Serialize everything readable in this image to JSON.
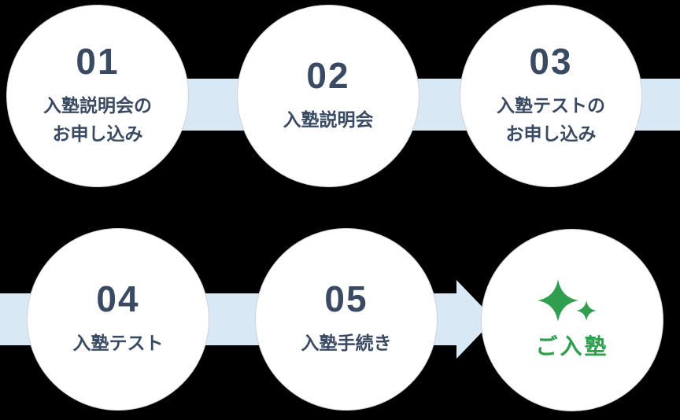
{
  "diagram_title": "enrollment-flow",
  "colors": {
    "background": "#000000",
    "circle_fill": "#ffffff",
    "circle_border": "#cfd3d8",
    "step_text": "#3b4a63",
    "connector_band": "#d9e8f5",
    "goal_green": "#2f9e4e"
  },
  "steps": [
    {
      "number": "01",
      "lines": [
        "入塾説明会の",
        "お申し込み"
      ]
    },
    {
      "number": "02",
      "lines": [
        "入塾説明会"
      ]
    },
    {
      "number": "03",
      "lines": [
        "入塾テストの",
        "お申し込み"
      ]
    },
    {
      "number": "04",
      "lines": [
        "入塾テスト"
      ]
    },
    {
      "number": "05",
      "lines": [
        "入塾手続き"
      ]
    }
  ],
  "goal": {
    "label": "ご入塾",
    "icon": "sparkle-icon"
  }
}
